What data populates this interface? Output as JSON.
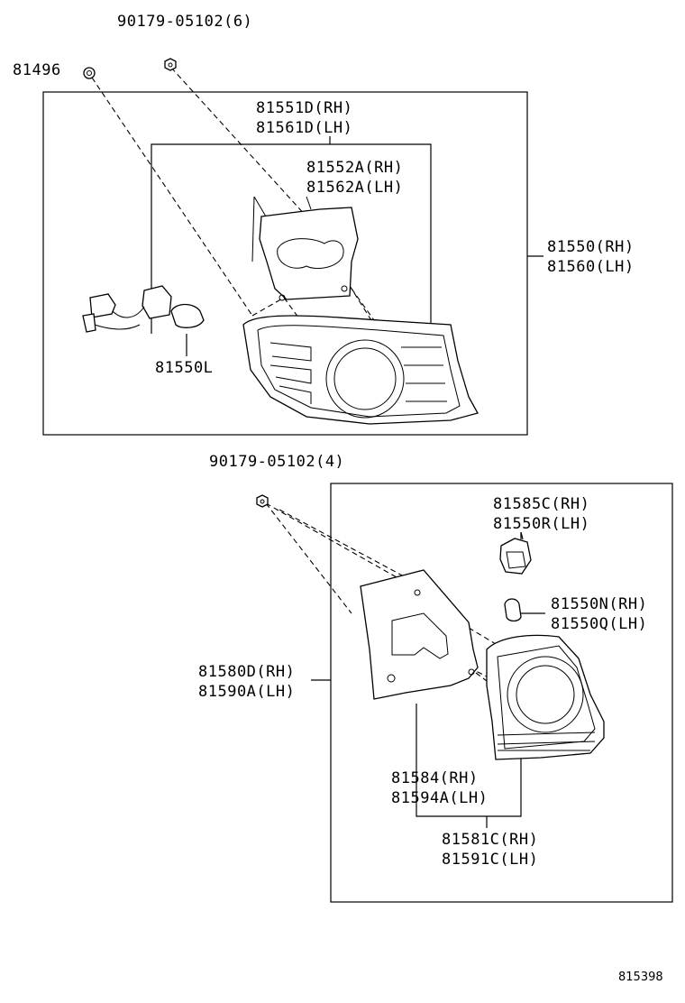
{
  "labels": {
    "bolt_top": "90179-05102(6)",
    "clip": "81496",
    "lens_body_rh": "81551D(RH)",
    "lens_body_lh": "81561D(LH)",
    "gasket_rh": "81552A(RH)",
    "gasket_lh": "81562A(LH)",
    "lamp_assy_rh": "81550(RH)",
    "lamp_assy_lh": "81560(LH)",
    "socket_wire": "81550L",
    "bolt_lower": "90179-05102(4)",
    "socket_rh": "81585C(RH)",
    "socket_lh": "81550R(LH)",
    "bulb_rh": "81550N(RH)",
    "bulb_lh": "81550Q(LH)",
    "cover_rh": "81580D(RH)",
    "cover_lh": "81590A(LH)",
    "lens_rh": "81584(RH)",
    "lens_lh": "81594A(LH)",
    "back_lamp_rh": "81581C(RH)",
    "back_lamp_lh": "81591C(LH)"
  },
  "figure_ref": "815398"
}
